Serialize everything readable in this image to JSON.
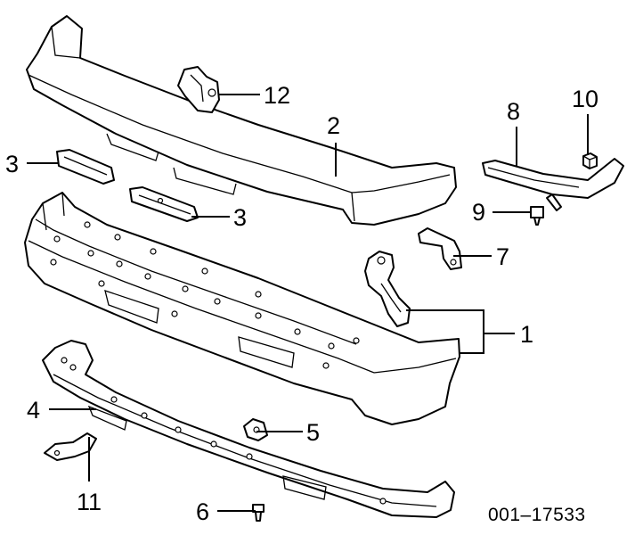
{
  "callouts": {
    "c1": "1",
    "c2": "2",
    "c3a": "3",
    "c3b": "3",
    "c4": "4",
    "c5": "5",
    "c6": "6",
    "c7": "7",
    "c8": "8",
    "c9": "9",
    "c10": "10",
    "c11": "11",
    "c12": "12"
  },
  "reference_code": "001–17533"
}
